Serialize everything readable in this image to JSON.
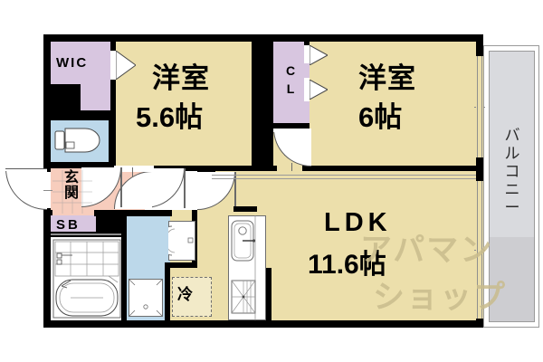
{
  "plan": {
    "kind": "japanese-apartment-floorplan",
    "watermark": {
      "line1": "アパマン",
      "line2": "ショップ"
    },
    "colors": {
      "room": "#ecdfab",
      "closet": "#d8c6e0",
      "wet_area": "#bcd8ea",
      "hallway": "#f7cdbd",
      "balcony": "#d9dade",
      "wall": "#000000",
      "background": "#ffffff"
    }
  },
  "rooms": [
    {
      "id": "wic",
      "label": "WIC",
      "area": "",
      "type": "walk-in-closet"
    },
    {
      "id": "bedroom1",
      "label": "洋室",
      "area": "5.6帖",
      "type": "western-room"
    },
    {
      "id": "cl",
      "label_chars": [
        "C",
        "L"
      ],
      "label": "CL",
      "area": "",
      "type": "closet"
    },
    {
      "id": "bedroom2",
      "label": "洋室",
      "area": "6帖",
      "type": "western-room"
    },
    {
      "id": "ldk",
      "label": "LDK",
      "area": "11.6帖",
      "type": "living-dining-kitchen"
    },
    {
      "id": "genkan",
      "label": "玄関",
      "area": "",
      "type": "entrance"
    },
    {
      "id": "shoebox",
      "label": "SB",
      "area": "",
      "type": "shoe-box"
    },
    {
      "id": "balcony",
      "label": "バルコニー",
      "area": "",
      "type": "balcony"
    },
    {
      "id": "fridge",
      "label": "冷",
      "area": "",
      "type": "refrigerator-space"
    }
  ],
  "labels": {
    "wic": "WIC",
    "cl_c": "C",
    "cl_l": "L",
    "bedroom1_name": "洋室",
    "bedroom1_area": "5.6帖",
    "bedroom2_name": "洋室",
    "bedroom2_area": "6帖",
    "ldk_name": "LDK",
    "ldk_area": "11.6帖",
    "genkan": "玄関",
    "shoebox": "SB",
    "fridge": "冷",
    "balcony": "バルコニー"
  }
}
